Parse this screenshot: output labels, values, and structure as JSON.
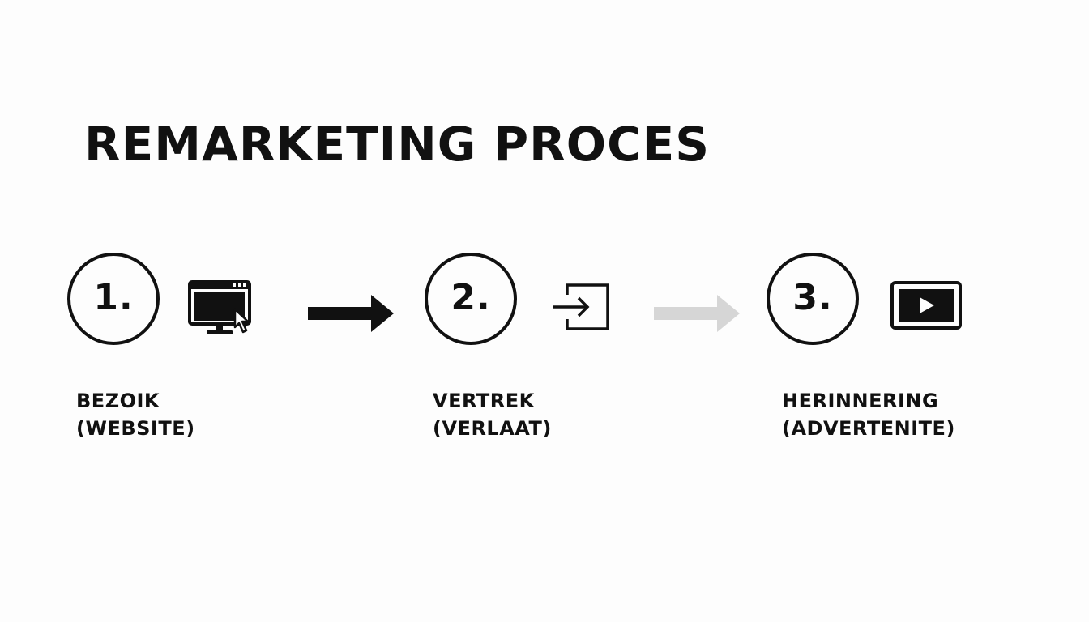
{
  "title": "REMARKETING PROCES",
  "steps": [
    {
      "number": "1.",
      "icon": "monitor-cursor-icon",
      "label_line1": "BEZOIK",
      "label_line2": "(WEBSITE)"
    },
    {
      "number": "2.",
      "icon": "exit-arrow-box-icon",
      "label_line1": "VERTREK",
      "label_line2": "(VERLAAT)"
    },
    {
      "number": "3.",
      "icon": "video-play-icon",
      "label_line1": "HERINNERING",
      "label_line2": "(ADVERTENITE)"
    }
  ],
  "arrows": [
    {
      "icon": "arrow-right-icon",
      "color": "#111111"
    },
    {
      "icon": "arrow-right-icon",
      "color": "#d6d6d6"
    }
  ],
  "colors": {
    "foreground": "#111111",
    "faded_arrow": "#d6d6d6",
    "background": "#fdfdfd"
  }
}
